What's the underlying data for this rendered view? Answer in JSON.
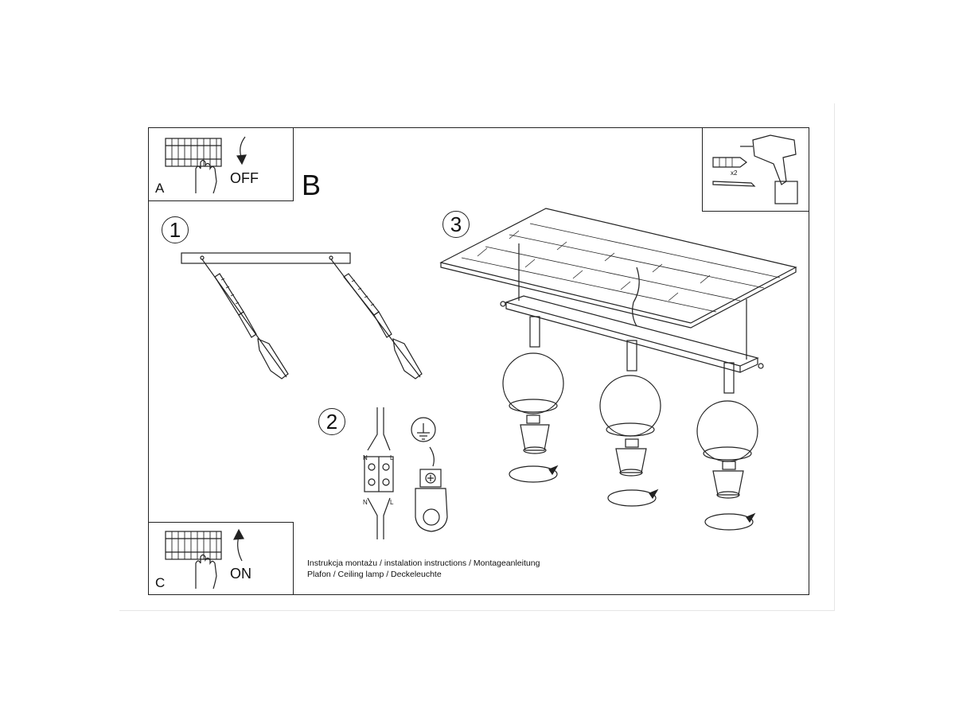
{
  "panel_a": {
    "letter": "A",
    "switch_label": "OFF"
  },
  "panel_b": {
    "letter": "B"
  },
  "panel_c": {
    "letter": "C",
    "switch_label": "ON"
  },
  "steps": [
    {
      "number": "1"
    },
    {
      "number": "2",
      "wire_top_left": "N",
      "wire_top_right": "L",
      "wire_bottom_left": "N",
      "wire_bottom_right": "L"
    },
    {
      "number": "3"
    }
  ],
  "tools": {
    "quantity": "x2"
  },
  "caption": {
    "line1": "Instrukcja montażu / instalation instructions / Montageanleitung",
    "line2": "Plafon / Ceiling lamp / Deckeleuchte"
  }
}
